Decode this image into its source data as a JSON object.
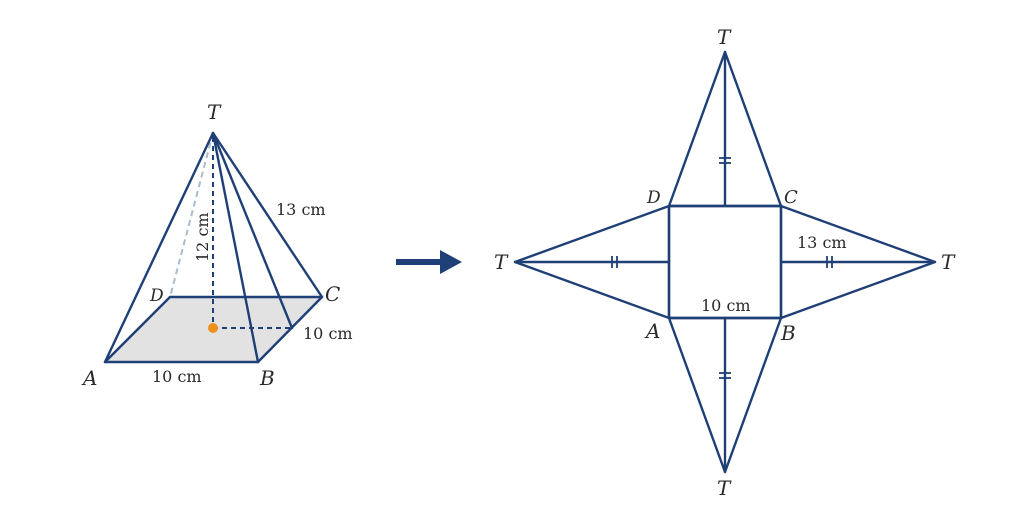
{
  "colors": {
    "edge": "#1f3f77",
    "hidden_edge": "#a9bccd",
    "base_fill": "#e2e2e2",
    "center_dot": "#ef8f1d",
    "arrow": "#1f3f77"
  },
  "pyramid": {
    "vertices": {
      "apex": "T",
      "a": "A",
      "b": "B",
      "c": "C",
      "d": "D"
    },
    "measurements": {
      "slant": "13 cm",
      "height": "12 cm",
      "base_front": "10 cm",
      "base_side": "10 cm"
    }
  },
  "net": {
    "square": {
      "a": "A",
      "b": "B",
      "c": "C",
      "d": "D"
    },
    "apexes": {
      "top": "T",
      "left": "T",
      "right": "T",
      "bottom": "T"
    },
    "measurements": {
      "slant": "13 cm",
      "side": "10 cm"
    }
  }
}
